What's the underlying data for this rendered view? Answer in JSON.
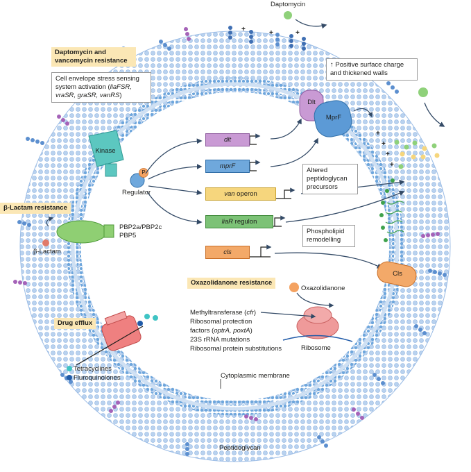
{
  "drug_daptomycin": "Daptomycin",
  "section_dapto_vanco": "Daptomycin and vancomycin resistance",
  "cell_envelope": {
    "line1": "Cell envelope stress sensing",
    "line2_prefix": "system activation (",
    "genes": "liaFSR, vraSR, graSR, vanRS",
    "line2_suffix": ")"
  },
  "surface_charge": "↑ Positive surface charge and thickened walls",
  "protein_dlt": "Dlt",
  "protein_mprf": "MprF",
  "protein_kinase": "Kinase",
  "protein_cls": "Cls",
  "phospho": "P",
  "regulator": "Regulator",
  "genes": [
    {
      "name": "dlt",
      "color": "#c99ad4",
      "border": "#8e5a9e"
    },
    {
      "name": "mprF",
      "color": "#6fa8dc",
      "border": "#2f6ea8"
    },
    {
      "name": "van operon",
      "italic_part": "van",
      "rest": " operon",
      "color": "#f6d67d",
      "border": "#c9a332"
    },
    {
      "name": "liaR regulon",
      "italic_part": "liaR",
      "rest": " regulon",
      "color": "#7cc276",
      "border": "#3f8a3a"
    },
    {
      "name": "cls",
      "color": "#f3a969",
      "border": "#c96f28"
    }
  ],
  "altered_peptidoglycan": "Altered peptidoglycan precursors",
  "phospholipid_remodelling": "Phospholipid remodelling",
  "section_beta_lactam": "β-Lactam resistance",
  "pbp_label": "PBP2a/PBP2c PBP5",
  "beta_lactam": "β-Lactam",
  "section_oxazolidanone": "Oxazolidanone resistance",
  "oxazolidanone": "Oxazolidanone",
  "oxa_mechanisms": {
    "methyl_prefix": "Methyltransferase (",
    "methyl_gene": "cfr",
    "methyl_suffix": ")",
    "ribo_prot_line1": "Ribosomal protection",
    "ribo_prot_prefix": "factors (",
    "ribo_prot_genes": "optrA, poxtA",
    "ribo_prot_suffix": ")",
    "rrna": "23S rRNA mutations",
    "ribo_protein": "Ribosomal protein substitutions"
  },
  "ribosome": "Ribosome",
  "section_drug_efflux": "Drug efflux",
  "tetracyclines": "Tetracyclines",
  "fluroquinolones": "Fluroquinolones",
  "cytoplasmic_membrane": "Cytoplasmic membrane",
  "peptidoglycan": "Peptidoglycan",
  "colors": {
    "peptidoglycan": "#a9c7ea",
    "membrane": "#7fb3e0",
    "kinase": "#5cc7c0",
    "pbp": "#8fcf73",
    "efflux": "#ef8080",
    "ribosome": "#ef9a9a",
    "oxazolidanone_ball": "#f4a261",
    "daptomycin_ball": "#8fd17a",
    "highlight": "#fbe7b5"
  }
}
